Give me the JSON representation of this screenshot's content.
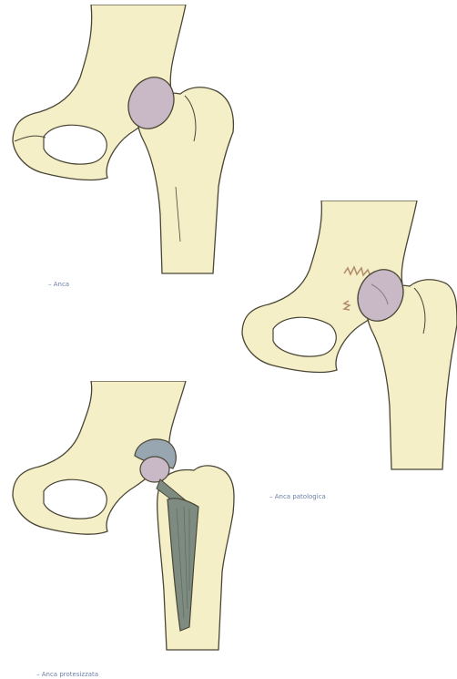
{
  "captions": {
    "normal": "– Anca",
    "pathological": "– Anca patologica",
    "prosthesis": "– Anca protesizzata"
  },
  "colors": {
    "bone_fill": "#f4efc6",
    "bone_stroke": "#4a4636",
    "head_fill": "#c9b8c6",
    "osteophyte": "#b08a6a",
    "prosthesis_fill": "#7e8b80",
    "caption_text": "#6b7fa6"
  }
}
